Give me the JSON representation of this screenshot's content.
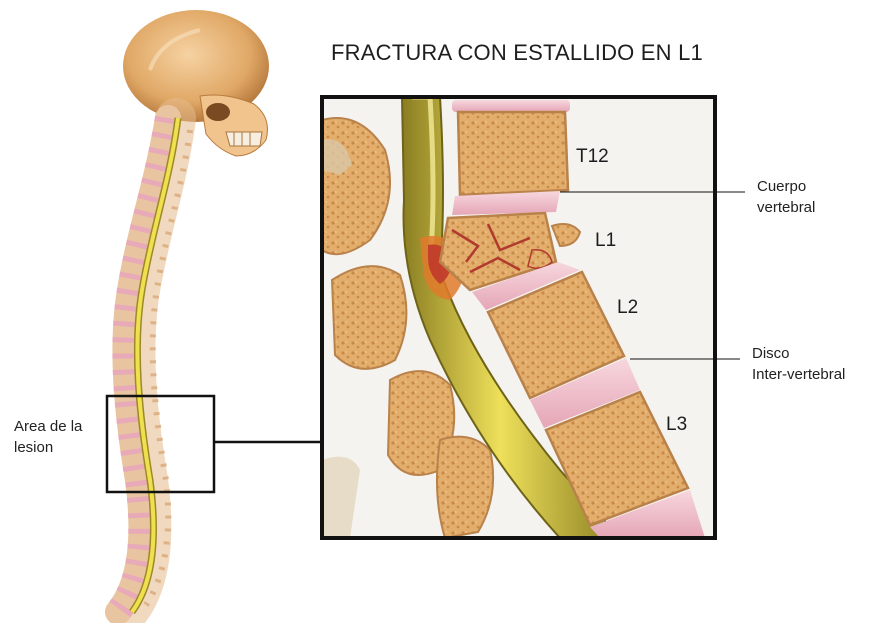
{
  "title": "FRACTURA CON ESTALLIDO EN L1",
  "lesion_label": {
    "line1": "Area de la",
    "line2": "lesion"
  },
  "vertebrae": {
    "t12": "T12",
    "l1": "L1",
    "l2": "L2",
    "l3": "L3"
  },
  "callouts": {
    "cuerpo_line1": "Cuerpo",
    "cuerpo_line2": "vertebral",
    "disco_line1": "Disco",
    "disco_line2": "Inter-vertebral"
  },
  "colors": {
    "bone": "#e8b67a",
    "bone_shadow": "#b9824a",
    "cancellous": "#d99a55",
    "disc": "#f2c6d0",
    "cord": "#e8d84a",
    "cord_shadow": "#9a8c2a",
    "fracture": "#c0392b",
    "frame": "#111111"
  }
}
